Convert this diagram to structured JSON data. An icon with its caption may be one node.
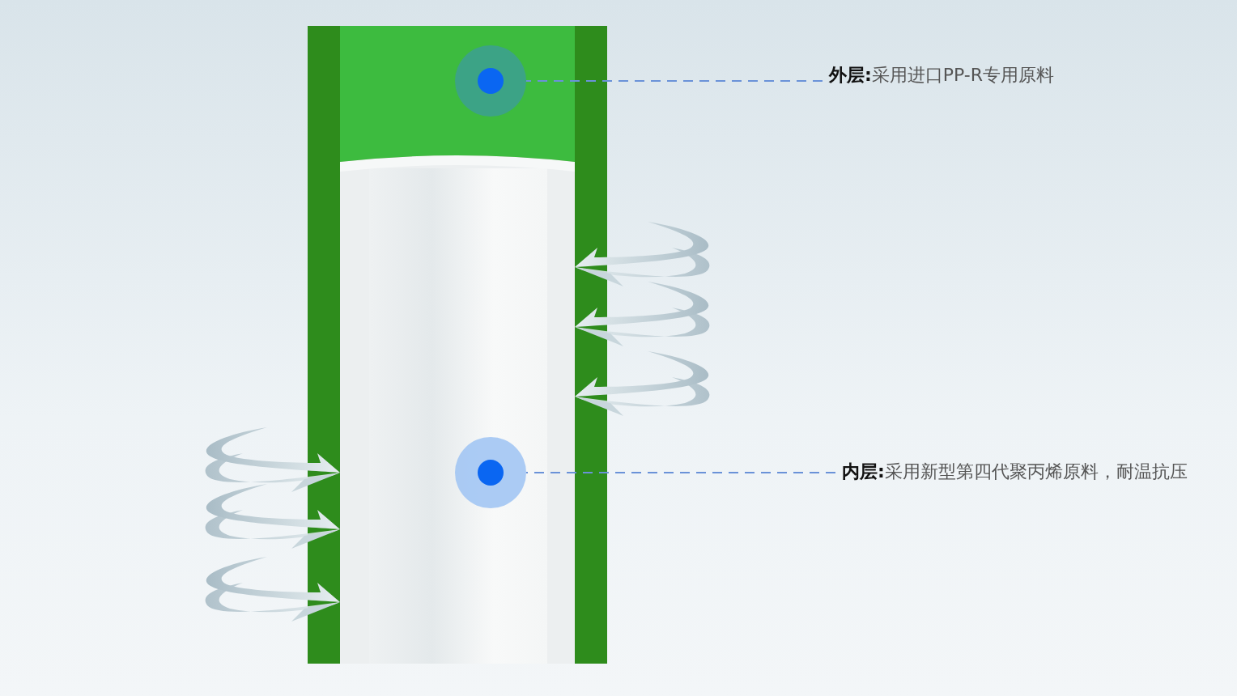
{
  "diagram": {
    "nodes": [
      {
        "text": [],
        "shape": "circle"
      },
      {
        "text": [
          "外层:",
          "采用进口PP-R专用原料"
        ]
      },
      {
        "text": [],
        "shape": "circle"
      },
      {
        "text": [
          "内层:",
          "采用新型第四代聚丙烯原料，耐温抗压"
        ]
      }
    ],
    "edges": [
      {
        "from": 1,
        "to": 0,
        "arrow": "none",
        "style": "dashed"
      },
      {
        "from": 3,
        "to": 2,
        "arrow": "none",
        "style": "dashed"
      }
    ]
  }
}
